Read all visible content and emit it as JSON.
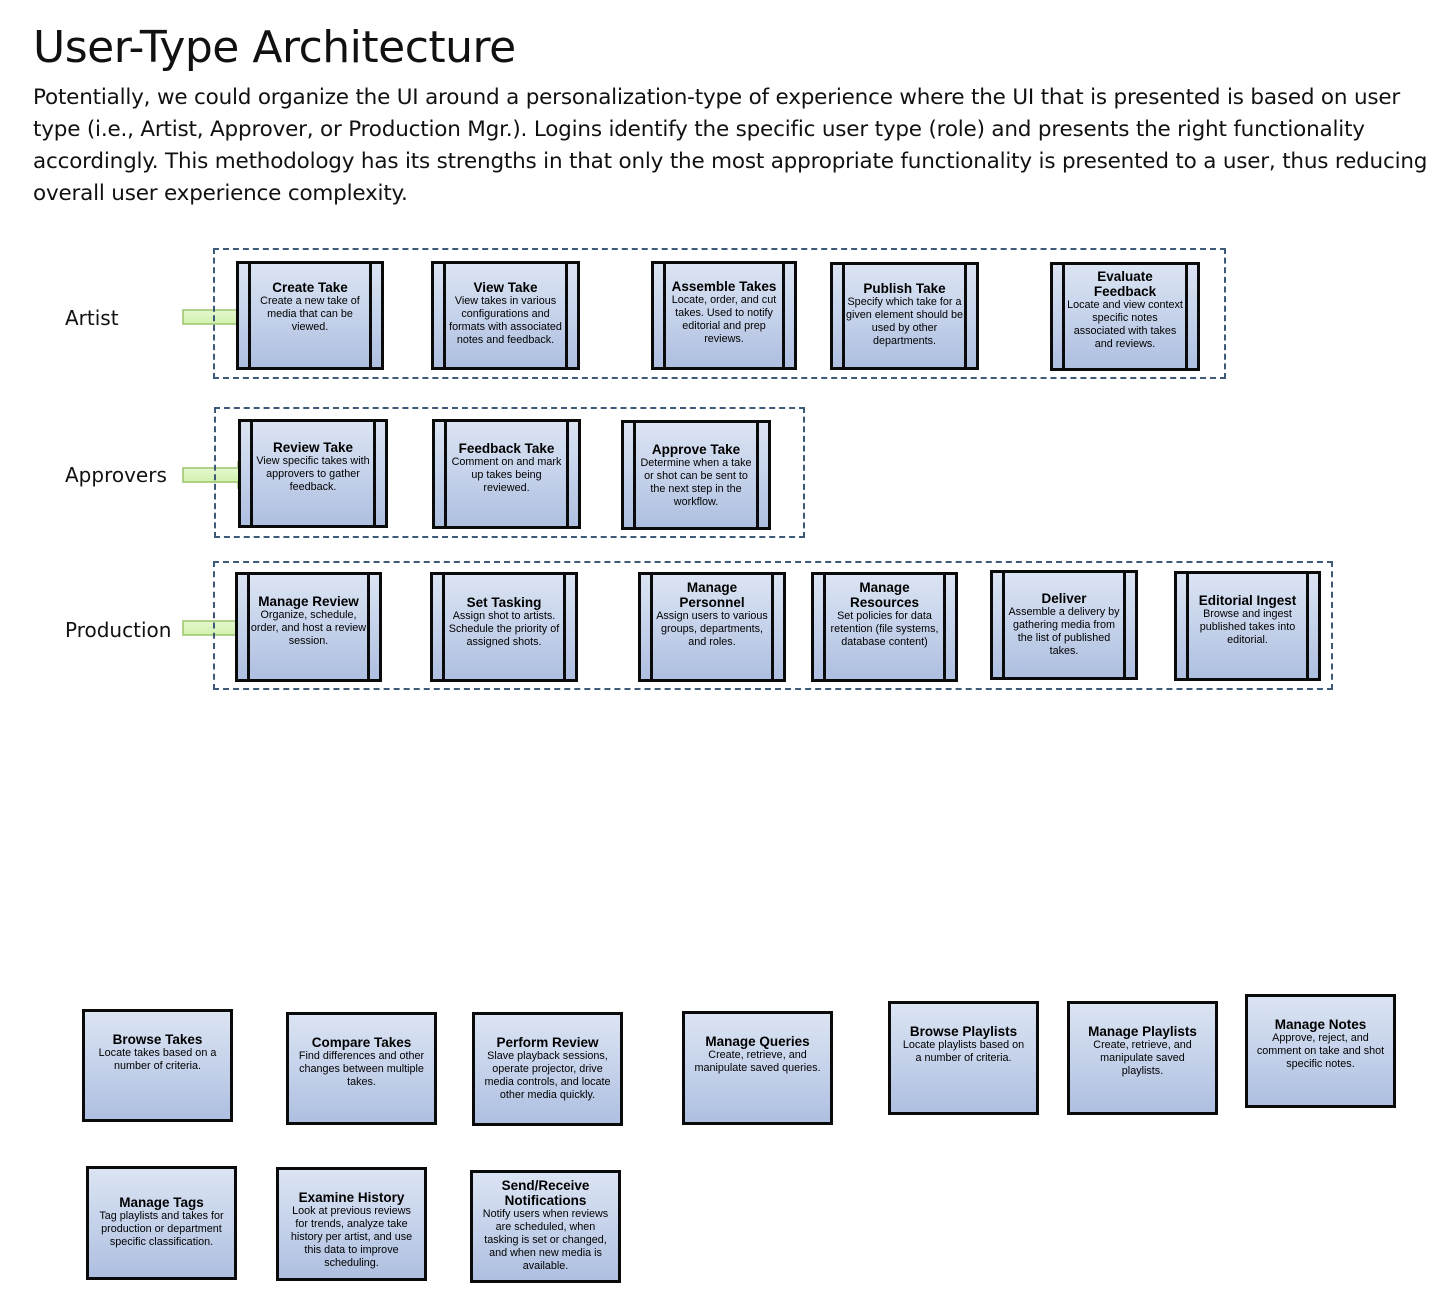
{
  "title": "User-Type Architecture",
  "intro": "Potentially, we could organize the UI around a personalization-type of experience where the UI that is presented is based on user type (i.e., Artist, Approver, or Production Mgr.). Logins identify the specific user type (role) and presents the right functionality accordingly. This methodology has its strengths in that only the most appropriate functionality is presented to a user, thus reducing overall user experience complexity.",
  "colors": {
    "box_fill_top": "#dbe4f3",
    "box_fill_bottom": "#aebfe0",
    "group_border": "#3d5a78",
    "arrow_fill": "#d6f5b0",
    "arrow_stroke": "#9cc46a"
  },
  "rows": {
    "artist": {
      "label": "Artist",
      "boxes": [
        {
          "title": "Create Take",
          "desc": "Create a new take of media that can be viewed."
        },
        {
          "title": "View Take",
          "desc": "View takes in various configurations and formats with associated notes and feedback."
        },
        {
          "title": "Assemble Takes",
          "desc": "Locate, order, and cut takes.  Used to notify editorial and prep reviews."
        },
        {
          "title": "Publish Take",
          "desc": "Specify which take for a given element should be used by other departments."
        },
        {
          "title": "Evaluate Feedback",
          "desc": "Locate and view context specific notes associated with takes and reviews."
        }
      ]
    },
    "approvers": {
      "label": "Approvers",
      "boxes": [
        {
          "title": "Review Take",
          "desc": "View specific takes with approvers to gather feedback."
        },
        {
          "title": "Feedback Take",
          "desc": "Comment on and mark up takes being reviewed."
        },
        {
          "title": "Approve Take",
          "desc": "Determine when a take or shot can be sent to the next step in the workflow."
        }
      ]
    },
    "production": {
      "label": "Production",
      "boxes": [
        {
          "title": "Manage Review",
          "desc": "Organize, schedule, order, and host a review session."
        },
        {
          "title": "Set Tasking",
          "desc": "Assign shot to artists. Schedule the priority of assigned shots."
        },
        {
          "title": "Manage Personnel",
          "desc": "Assign users to various groups, departments, and roles."
        },
        {
          "title": "Manage Resources",
          "desc": "Set policies for data retention (file systems, database content)"
        },
        {
          "title": "Deliver",
          "desc": "Assemble a delivery by gathering media from the list of published takes."
        },
        {
          "title": "Editorial Ingest",
          "desc": "Browse and ingest published takes into editorial."
        }
      ]
    }
  },
  "extras": [
    {
      "title": "Browse Takes",
      "desc": "Locate takes based on a number of criteria."
    },
    {
      "title": "Compare Takes",
      "desc": "Find differences and other changes between multiple takes."
    },
    {
      "title": "Perform Review",
      "desc": "Slave playback sessions, operate projector, drive media controls, and locate other media quickly."
    },
    {
      "title": "Manage Queries",
      "desc": "Create, retrieve, and manipulate saved queries."
    },
    {
      "title": "Browse Playlists",
      "desc": "Locate playlists based on a number of criteria."
    },
    {
      "title": "Manage Playlists",
      "desc": "Create, retrieve, and manipulate saved playlists."
    },
    {
      "title": "Manage Notes",
      "desc": "Approve, reject, and comment on take and shot specific notes."
    },
    {
      "title": "Manage Tags",
      "desc": "Tag playlists and takes for production or department specific classification."
    },
    {
      "title": "Examine History",
      "desc": "Look at previous reviews for trends, analyze take history per artist, and use this data to improve scheduling."
    },
    {
      "title": "Send/Receive Notifications",
      "desc": "Notify users when reviews are scheduled, when tasking is set or changed, and when new media is available."
    }
  ]
}
